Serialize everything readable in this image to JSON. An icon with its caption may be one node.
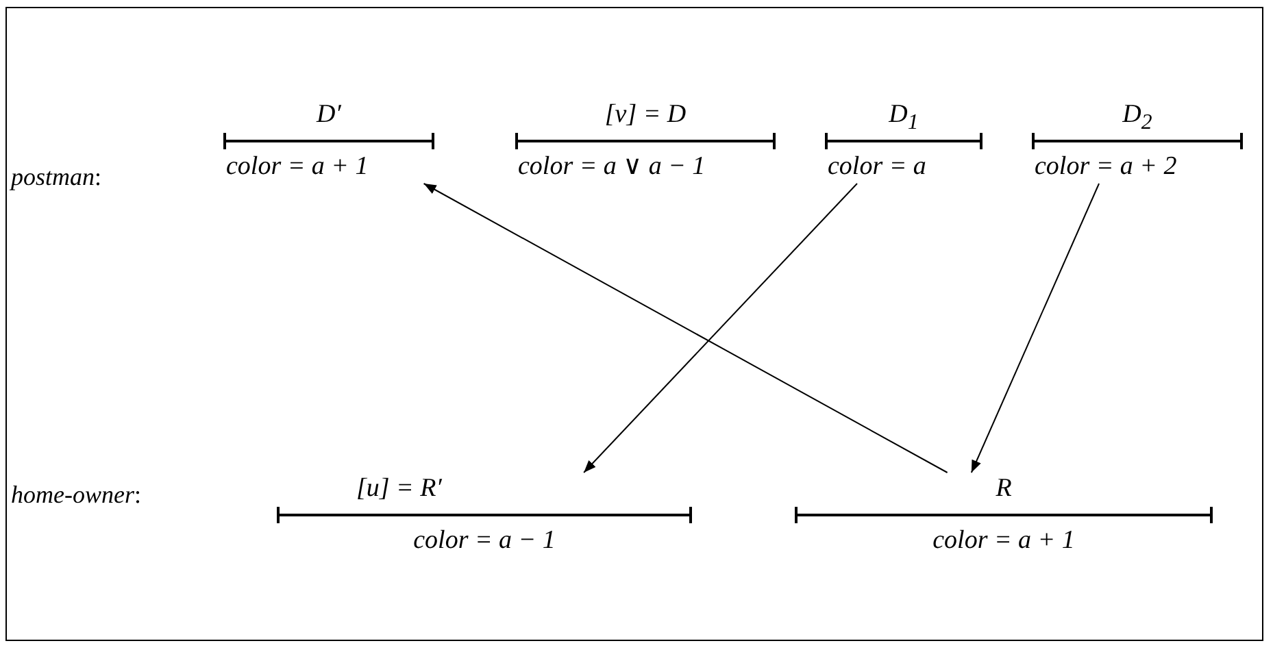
{
  "diagram": {
    "nodes": [
      {
        "text": [
          "D′",
          "color = a + 1"
        ]
      },
      {
        "text": [
          "[v] = D",
          "color = a ∨ a − 1"
        ]
      },
      {
        "text": [
          "D$_{1}$",
          "color = a"
        ]
      },
      {
        "text": [
          "D$_{2}$",
          "color = a + 2"
        ]
      },
      {
        "text": [
          "[u] = R′",
          "color = a − 1"
        ]
      },
      {
        "text": [
          "R",
          "color = a + 1"
        ]
      }
    ],
    "edges": [
      {
        "from": 2,
        "to": 4,
        "arrow": "to"
      },
      {
        "from": 3,
        "to": 5,
        "arrow": "to"
      },
      {
        "from": 5,
        "to": 0,
        "arrow": "to"
      }
    ],
    "labels": [
      "*postman*:",
      "*home-owner*:"
    ]
  }
}
